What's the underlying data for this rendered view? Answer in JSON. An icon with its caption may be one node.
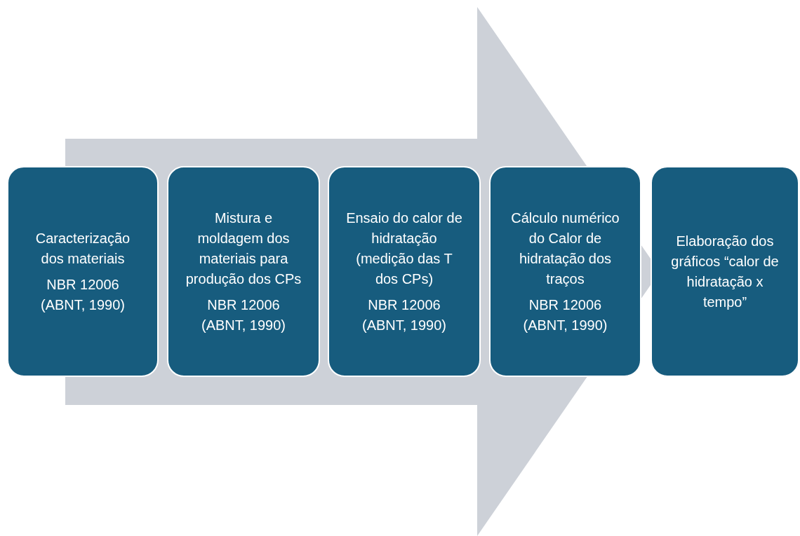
{
  "diagram": {
    "nodes": [
      {
        "text": [
          "Caracterização dos materiais",
          "NBR 12006 (ABNT, 1990)"
        ]
      },
      {
        "text": [
          "Mistura e moldagem dos materiais para produção dos CPs",
          "NBR 12006 (ABNT, 1990)"
        ]
      },
      {
        "text": [
          "Ensaio do calor de hidratação (medição das T dos CPs)",
          "NBR 12006 (ABNT, 1990)"
        ]
      },
      {
        "text": [
          "Cálculo numérico do Calor de hidratação dos traços",
          "NBR 12006 (ABNT, 1990)"
        ]
      },
      {
        "text": [
          "Elaboração dos gráficos “calor de hidratação x tempo”"
        ]
      }
    ],
    "edges": [
      {
        "from": 0,
        "to": 4,
        "arrow": "to",
        "style": "thick"
      }
    ]
  }
}
